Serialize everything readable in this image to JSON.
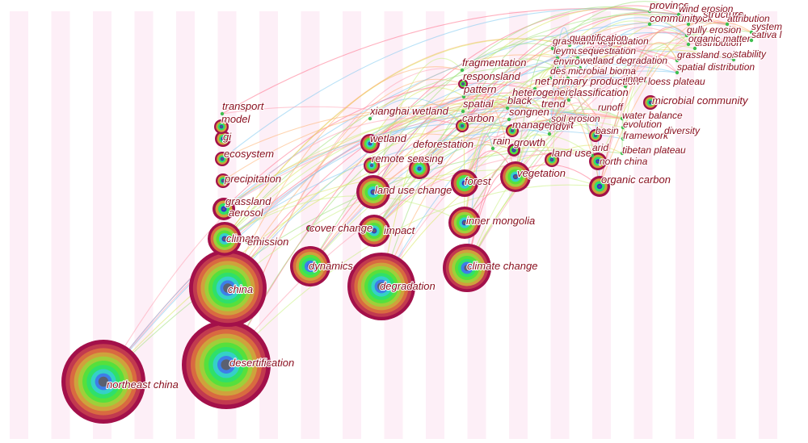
{
  "colors": {
    "label": "#8a1020",
    "band": "#fdeff7",
    "ring_outer": "#a3104a",
    "ring_palette": [
      "#a3104a",
      "#c23a4f",
      "#d96a40",
      "#cfa23c",
      "#9fcf3a",
      "#56e03c",
      "#2fe06a",
      "#35d0c8",
      "#3e7ee8",
      "#2c2cd8"
    ],
    "link_palette": [
      "#ff6f8a",
      "#ff9fb0",
      "#9ee07a",
      "#d8e860",
      "#7ec8f0",
      "#ffb070",
      "#c8f080"
    ]
  },
  "keywords": [
    {
      "id": "northeast-china",
      "label": "northeast china",
      "size": 10
    },
    {
      "id": "desertification",
      "label": "desertification",
      "size": 10
    },
    {
      "id": "china",
      "label": "china",
      "size": 9
    },
    {
      "id": "degradation",
      "label": "degradation",
      "size": 8
    },
    {
      "id": "climate-change",
      "label": "climate change",
      "size": 6
    },
    {
      "id": "dynamics",
      "label": "dynamics",
      "size": 5
    },
    {
      "id": "climate",
      "label": "climate",
      "size": 4
    },
    {
      "id": "emission",
      "label": "emission",
      "size": 1
    },
    {
      "id": "cover-change",
      "label": "cover change",
      "size": 1
    },
    {
      "id": "impact",
      "label": "impact",
      "size": 4
    },
    {
      "id": "inner-mongolia",
      "label": "inner mongolia",
      "size": 4
    },
    {
      "id": "land-use-change",
      "label": "land use change",
      "size": 4
    },
    {
      "id": "vegetation",
      "label": "vegetation",
      "size": 4
    },
    {
      "id": "forest",
      "label": "forest",
      "size": 3
    },
    {
      "id": "grassland",
      "label": "grassland",
      "size": 2
    },
    {
      "id": "aerosol",
      "label": "aerosol",
      "size": 2
    },
    {
      "id": "precipitation",
      "label": "precipitation",
      "size": 2
    },
    {
      "id": "ecosystem",
      "label": "ecosystem",
      "size": 2
    },
    {
      "id": "gi",
      "label": "gi",
      "size": 2
    },
    {
      "id": "model",
      "label": "model",
      "size": 2
    },
    {
      "id": "transport",
      "label": "transport",
      "size": 1
    },
    {
      "id": "wetland",
      "label": "wetland",
      "size": 3
    },
    {
      "id": "remote-sensing",
      "label": "remote sensing",
      "size": 3
    },
    {
      "id": "deforestation",
      "label": "deforestation",
      "size": 3
    },
    {
      "id": "xianghai-wetland",
      "label": "xianghai wetland",
      "size": 1
    },
    {
      "id": "organic-carbon",
      "label": "organic carbon",
      "size": 2
    },
    {
      "id": "north-china",
      "label": "north china",
      "size": 2
    },
    {
      "id": "tibetan-plateau",
      "label": "tibetan plateau",
      "size": 1
    },
    {
      "id": "land-use",
      "label": "land use",
      "size": 2
    },
    {
      "id": "arid",
      "label": "arid",
      "size": 1
    },
    {
      "id": "framework",
      "label": "framework",
      "size": 1
    },
    {
      "id": "evolution",
      "label": "evolution",
      "size": 1
    },
    {
      "id": "diversity",
      "label": "diversity",
      "size": 1
    },
    {
      "id": "basin",
      "label": "basin",
      "size": 2
    },
    {
      "id": "water-balance",
      "label": "water balance",
      "size": 1
    },
    {
      "id": "soil-erosion",
      "label": "soil erosion",
      "size": 1
    },
    {
      "id": "management",
      "label": "management",
      "size": 2
    },
    {
      "id": "songnen",
      "label": "songnen",
      "size": 1
    },
    {
      "id": "ndvi",
      "label": "ndvi",
      "size": 1
    },
    {
      "id": "growth",
      "label": "growth",
      "size": 1
    },
    {
      "id": "rain",
      "label": "rain",
      "size": 1
    },
    {
      "id": "carbon",
      "label": "carbon",
      "size": 2
    },
    {
      "id": "spatial",
      "label": "spatial",
      "size": 1
    },
    {
      "id": "black",
      "label": "black",
      "size": 1
    },
    {
      "id": "trend",
      "label": "trend",
      "size": 1
    },
    {
      "id": "runoff",
      "label": "runoff",
      "size": 1
    },
    {
      "id": "pattern",
      "label": "pattern",
      "size": 1
    },
    {
      "id": "heterogeneity",
      "label": "heterogeneity",
      "size": 1
    },
    {
      "id": "classification",
      "label": "classification",
      "size": 1
    },
    {
      "id": "responsland",
      "label": "responsland",
      "size": 1
    },
    {
      "id": "net-primary-production",
      "label": "net primary production",
      "size": 1
    },
    {
      "id": "inner",
      "label": "inner",
      "size": 1
    },
    {
      "id": "loess-plateau",
      "label": "loess plateau",
      "size": 1
    },
    {
      "id": "microbial-community",
      "label": "microbial community",
      "size": 2
    },
    {
      "id": "fragmentation",
      "label": "fragmentation",
      "size": 1
    },
    {
      "id": "microbial-biomass",
      "label": "microbial bioma",
      "size": 1
    },
    {
      "id": "des",
      "label": "des",
      "size": 1
    },
    {
      "id": "leymus-chinensis",
      "label": "leymus chinensis",
      "size": 1
    },
    {
      "id": "environment",
      "label": "environment",
      "size": 1
    },
    {
      "id": "wetland-degradation",
      "label": "wetland degradation",
      "size": 1
    },
    {
      "id": "sequestration",
      "label": "sequestration",
      "size": 1
    },
    {
      "id": "grassland-degradation",
      "label": "grassland degradation",
      "size": 1
    },
    {
      "id": "grassland-soil",
      "label": "grassland soil",
      "size": 1
    },
    {
      "id": "stability",
      "label": "stability",
      "size": 1
    },
    {
      "id": "spatial-distribution",
      "label": "spatial distribution",
      "size": 1
    },
    {
      "id": "distribution",
      "label": "distribution",
      "size": 1
    },
    {
      "id": "stock",
      "label": "stock",
      "size": 1
    },
    {
      "id": "structure",
      "label": "structure",
      "size": 1
    },
    {
      "id": "community",
      "label": "community",
      "size": 1
    },
    {
      "id": "gully-erosion",
      "label": "gully erosion",
      "size": 1
    },
    {
      "id": "province",
      "label": "province",
      "size": 1
    },
    {
      "id": "wind-erosion",
      "label": "wind erosion",
      "size": 1
    },
    {
      "id": "organic-matter",
      "label": "organic matter",
      "size": 1
    },
    {
      "id": "sativa",
      "label": "sativa l",
      "size": 1
    },
    {
      "id": "attribution",
      "label": "attribution",
      "size": 1
    },
    {
      "id": "system",
      "label": "system",
      "size": 1
    },
    {
      "id": "quantification",
      "label": "quantification",
      "size": 1
    }
  ]
}
